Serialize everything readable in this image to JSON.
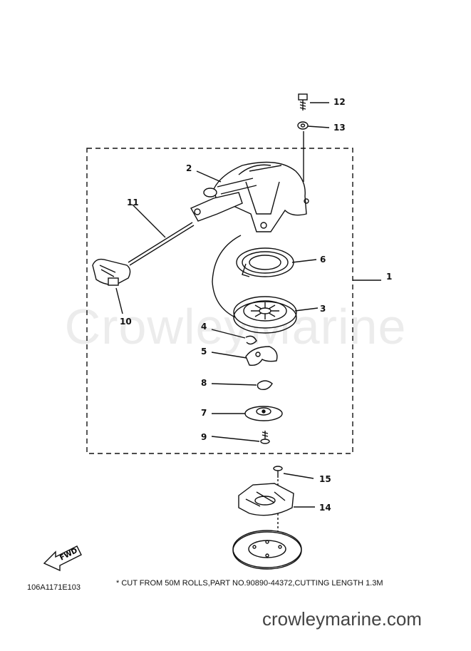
{
  "watermark": "CrowleyMarine",
  "callouts": [
    "1",
    "2",
    "3",
    "4",
    "5",
    "6",
    "7",
    "8",
    "9",
    "10",
    "11",
    "12",
    "13",
    "14",
    "15"
  ],
  "fwd_label": "FWD",
  "footer": {
    "code": "106A1171E103",
    "note": "* CUT FROM 50M ROLLS,PART NO.90890-44372,CUTTING LENGTH 1.3M"
  },
  "site_link": "crowleymarine.com",
  "colors": {
    "ink": "#111111",
    "watermark": "#ececec",
    "link": "#444444"
  }
}
